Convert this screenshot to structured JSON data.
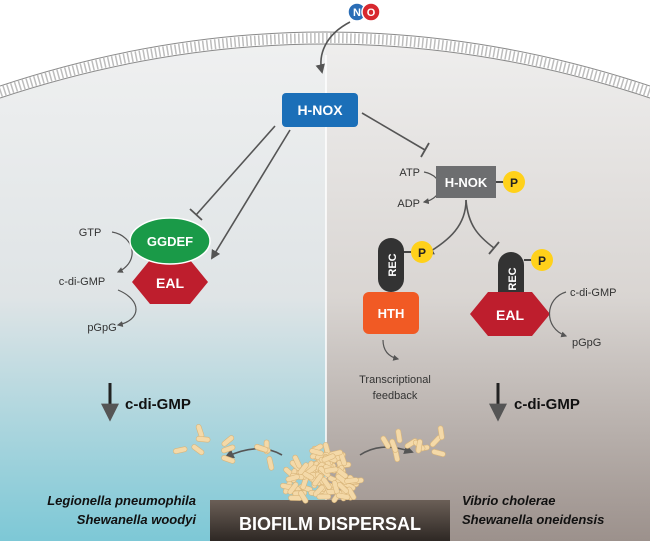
{
  "molecules": {
    "n": "N",
    "o": "O"
  },
  "hnox": "H-NOX",
  "hnok": "H-NOK",
  "phosphate": "P",
  "left": {
    "gtp": "GTP",
    "ggdef": "GGDEF",
    "eal": "EAL",
    "cdigmp": "c-di-GMP",
    "pgpg": "pGpG",
    "result": "c-di-GMP",
    "species_1": "Legionella pneumophila",
    "species_2": "Shewanella woodyi"
  },
  "right": {
    "atp": "ATP",
    "adp": "ADP",
    "rec_1": "REC",
    "rec_2": "REC",
    "hth": "HTH",
    "eal": "EAL",
    "cdigmp": "c-di-GMP",
    "pgpg": "pGpG",
    "feedback_1": "Transcriptional",
    "feedback_2": "feedback",
    "result": "c-di-GMP",
    "species_1": "Vibrio cholerae",
    "species_2": "Shewanella oneidensis"
  },
  "dispersal": "BIOFILM DISPERSAL",
  "colors": {
    "hnox": "#1b6fb8",
    "hnok": "#6d6e70",
    "phosphate": "#ffd11a",
    "ggdef": "#1a9a48",
    "eal": "#be1e2d",
    "hth": "#f15a24",
    "rec": "#333333",
    "n_atom": "#2a6db6",
    "o_atom": "#d7282f"
  }
}
